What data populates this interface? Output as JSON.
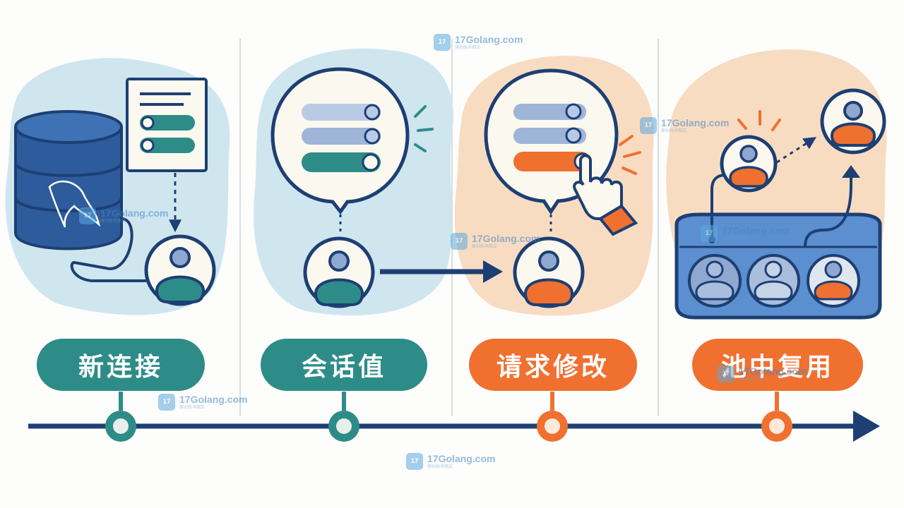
{
  "stages": [
    {
      "label": "新连接",
      "color": "#2e8c88"
    },
    {
      "label": "会话值",
      "color": "#2e8c88"
    },
    {
      "label": "请求修改",
      "color": "#f07030"
    },
    {
      "label": "池中复用",
      "color": "#f07030"
    }
  ],
  "watermark": {
    "title": "17Golang.com",
    "subtitle": "原创技术图文",
    "logo": "17"
  },
  "colors": {
    "navy": "#1d3f73",
    "teal": "#2e8c88",
    "orange": "#f07030",
    "light_blue": "#cfe6ef",
    "peach": "#f8dcc2",
    "slate_blue": "#8fa8d0"
  }
}
